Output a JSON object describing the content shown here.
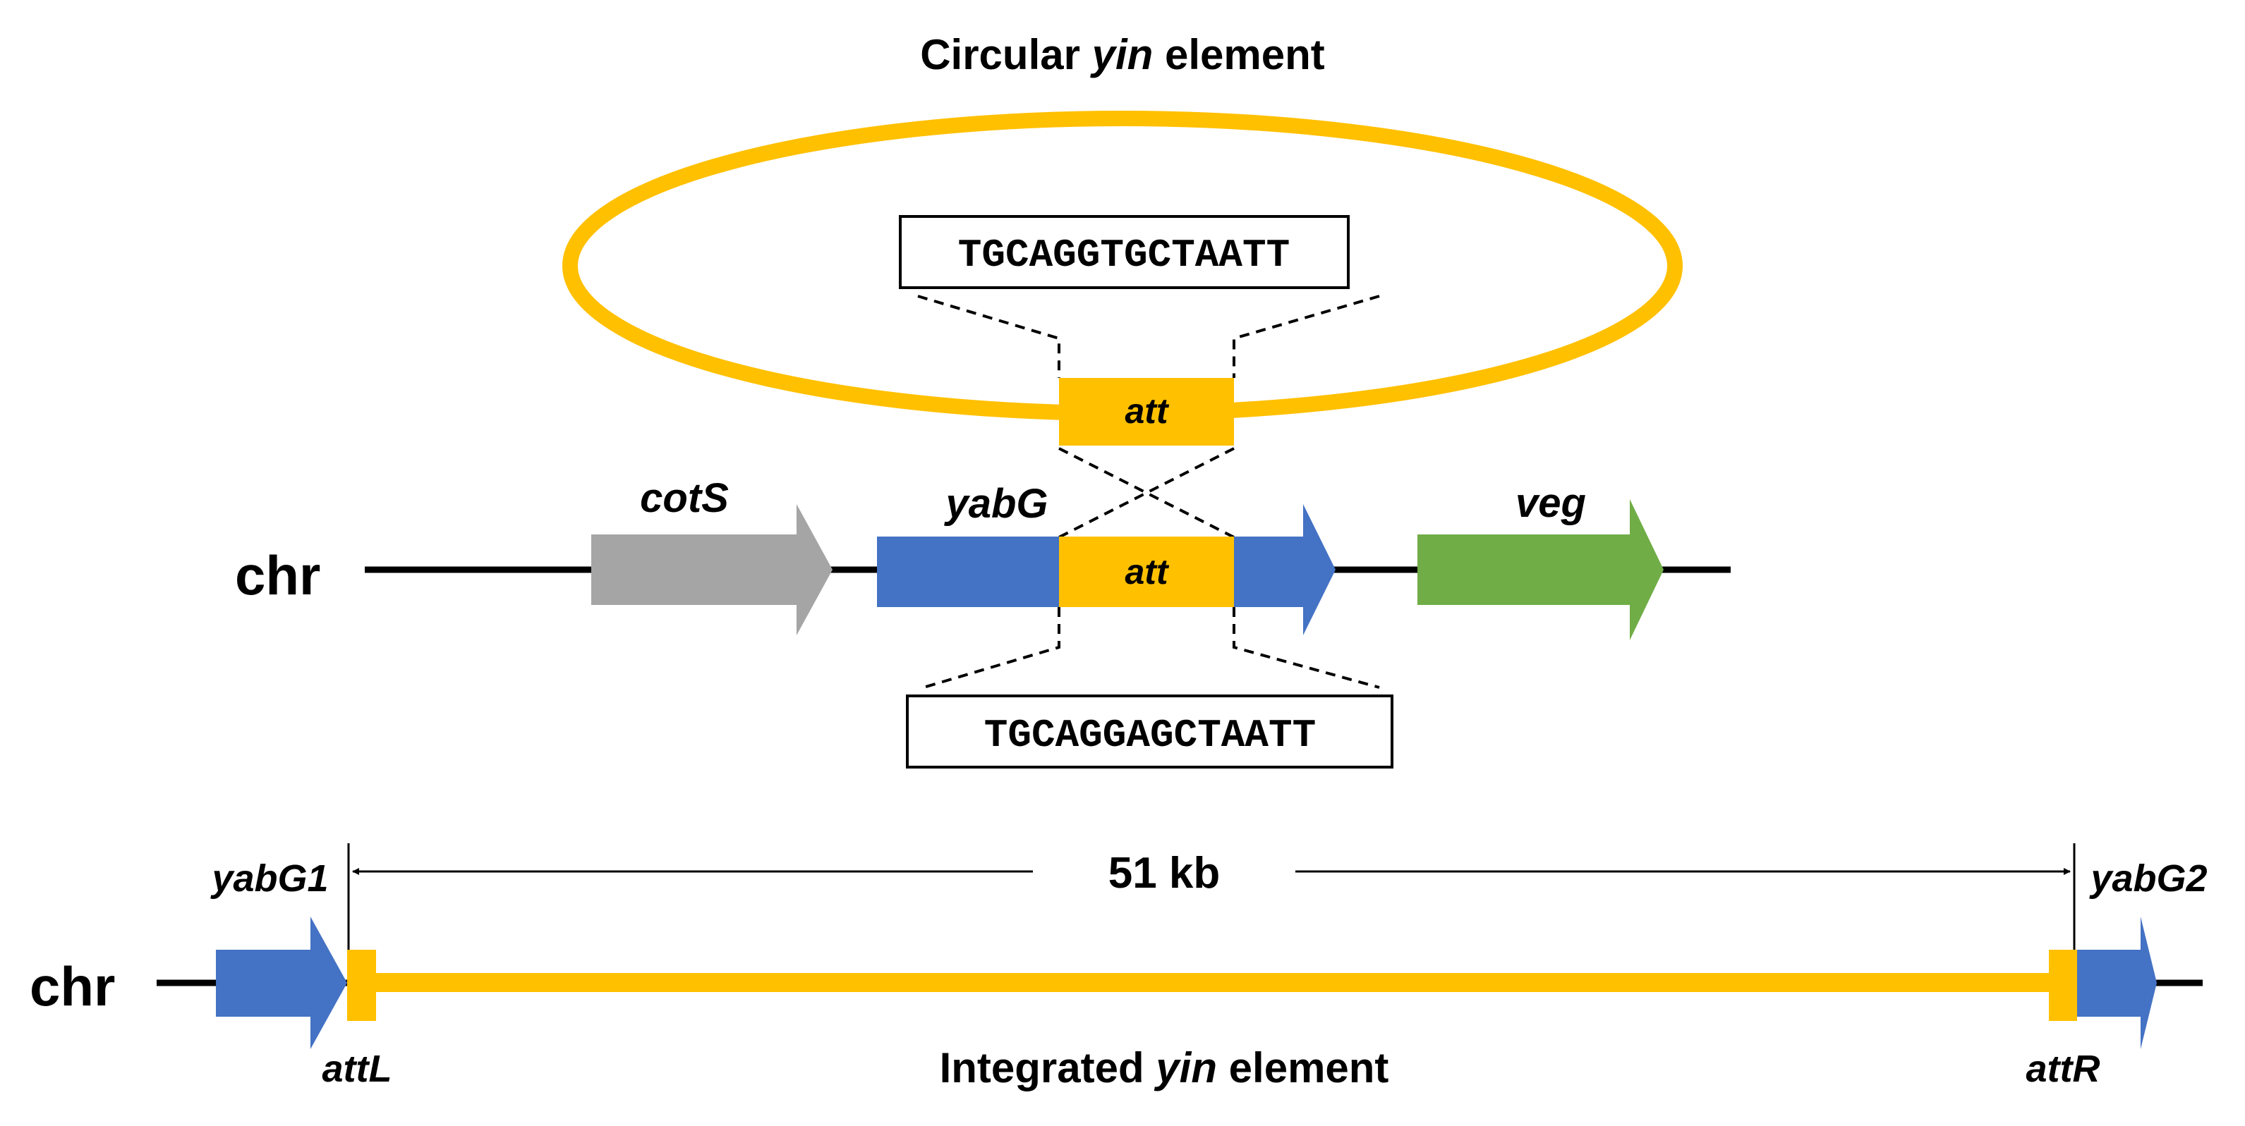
{
  "top_title": {
    "pre": "Circular ",
    "em": "yin",
    "post": " element"
  },
  "bottom_title": {
    "pre": "Integrated ",
    "em": "yin",
    "post": " element"
  },
  "seq_top": "TGCAGGTGCTAATT",
  "seq_bottom": "TGCAGGAGCTAATT",
  "att_label": "att",
  "chr_label": "chr",
  "genes": {
    "cotS": "cotS",
    "yabG": "yabG",
    "veg": "veg",
    "yabG1": "yabG1",
    "yabG2": "yabG2"
  },
  "sites": {
    "attL": "attL",
    "attR": "attR"
  },
  "size_label": "51 kb",
  "colors": {
    "yin": "#FFC000",
    "yabG": "#4472C4",
    "cotS": "#A5A5A5",
    "veg": "#70AD47",
    "line": "#000000"
  }
}
